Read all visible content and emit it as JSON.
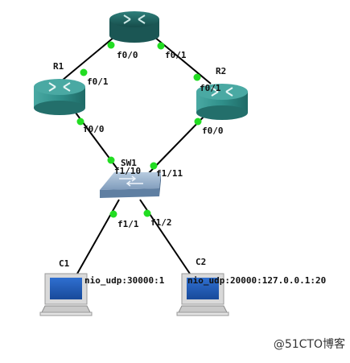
{
  "devices": {
    "top_router": {
      "name": ""
    },
    "r1": {
      "name": "R1"
    },
    "r2": {
      "name": "R2"
    },
    "switch": {
      "name": "SW1"
    },
    "c1": {
      "name": "C1"
    },
    "c2": {
      "name": "C2"
    }
  },
  "ports": {
    "top_f00": "f0/0",
    "top_f01": "f0/1",
    "r1_f01": "f0/1",
    "r1_f00": "f0/0",
    "r2_f01": "f0/1",
    "r2_f00": "f0/0",
    "sw_f110": "f1/10",
    "sw_f111": "f1/11",
    "sw_f11": "f1/1",
    "sw_f12": "f1/2"
  },
  "nio": {
    "c1": "nio_udp:30000:1",
    "c2": "nio_udp:20000:127.0.0.1:20"
  },
  "watermark": "@51CTO博客",
  "colors": {
    "router_top": "#1d5f5c",
    "router_side": "#2f8f8a",
    "switch": "#6f8fb0",
    "link_dot": "#22dd22"
  }
}
